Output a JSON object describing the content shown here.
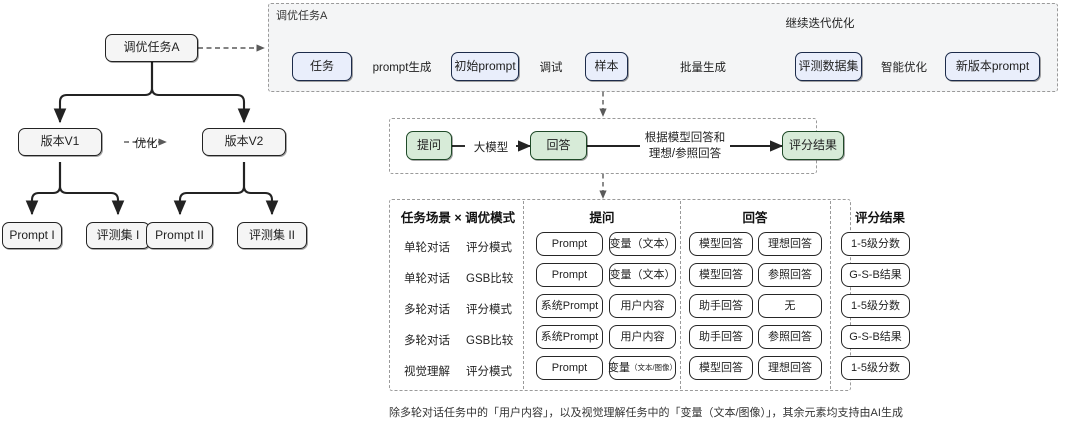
{
  "left_tree": {
    "root": "调优任务A",
    "versions": [
      "版本V1",
      "版本V2"
    ],
    "optimize_label": "优化",
    "leaves_v1": [
      "Prompt I",
      "评测集 I"
    ],
    "leaves_v2": [
      "Prompt II",
      "评测集 II"
    ]
  },
  "task_flow": {
    "container_title": "调优任务A",
    "nodes": [
      "任务",
      "初始prompt",
      "样本",
      "评测数据集",
      "新版本prompt"
    ],
    "edge_labels": [
      "prompt生成",
      "调试",
      "批量生成",
      "智能优化"
    ],
    "loop_label": "继续迭代优化"
  },
  "eval_flow": {
    "nodes": [
      "提问",
      "回答",
      "评分结果"
    ],
    "edge_labels": [
      "大模型",
      "根据模型回答和\n理想/参照回答"
    ],
    "edge_label_2_line1": "根据模型回答和",
    "edge_label_2_line2": "理想/参照回答"
  },
  "matrix": {
    "headers": [
      "任务场景 × 调优模式",
      "提问",
      "回答",
      "评分结果"
    ],
    "rows": [
      {
        "scenario": "单轮对话",
        "mode": "评分模式",
        "ask": [
          "Prompt",
          "变量（文本）"
        ],
        "ask_sub": [
          "",
          ""
        ],
        "answer": [
          "模型回答",
          "理想回答"
        ],
        "score": "1-5级分数"
      },
      {
        "scenario": "单轮对话",
        "mode": "GSB比较",
        "ask": [
          "Prompt",
          "变量（文本）"
        ],
        "ask_sub": [
          "",
          ""
        ],
        "answer": [
          "模型回答",
          "参照回答"
        ],
        "score": "G-S-B结果"
      },
      {
        "scenario": "多轮对话",
        "mode": "评分模式",
        "ask": [
          "系统Prompt",
          "用户内容"
        ],
        "ask_sub": [
          "",
          ""
        ],
        "answer": [
          "助手回答",
          "无"
        ],
        "score": "1-5级分数"
      },
      {
        "scenario": "多轮对话",
        "mode": "GSB比较",
        "ask": [
          "系统Prompt",
          "用户内容"
        ],
        "ask_sub": [
          "",
          ""
        ],
        "answer": [
          "助手回答",
          "参照回答"
        ],
        "score": "G-S-B结果"
      },
      {
        "scenario": "视觉理解",
        "mode": "评分模式",
        "ask": [
          "Prompt",
          "变量"
        ],
        "ask_sub": [
          "",
          "（文本/图像）"
        ],
        "answer": [
          "模型回答",
          "理想回答"
        ],
        "score": "1-5级分数"
      }
    ],
    "footnote": "除多轮对话任务中的「用户内容」，以及视觉理解任务中的「变量（文本/图像）」，其余元素均支持由AI生成"
  },
  "colors": {
    "blue_fill": "#e9eefb",
    "blue_stroke": "#1c2b4a",
    "green_fill": "#d7ebd8",
    "green_stroke": "#1f4a28",
    "gray_fill": "#f5f5f5",
    "gray_stroke": "#232323",
    "dashed_border": "#9a9a9a",
    "panel_tint": "#f4f5f6"
  }
}
